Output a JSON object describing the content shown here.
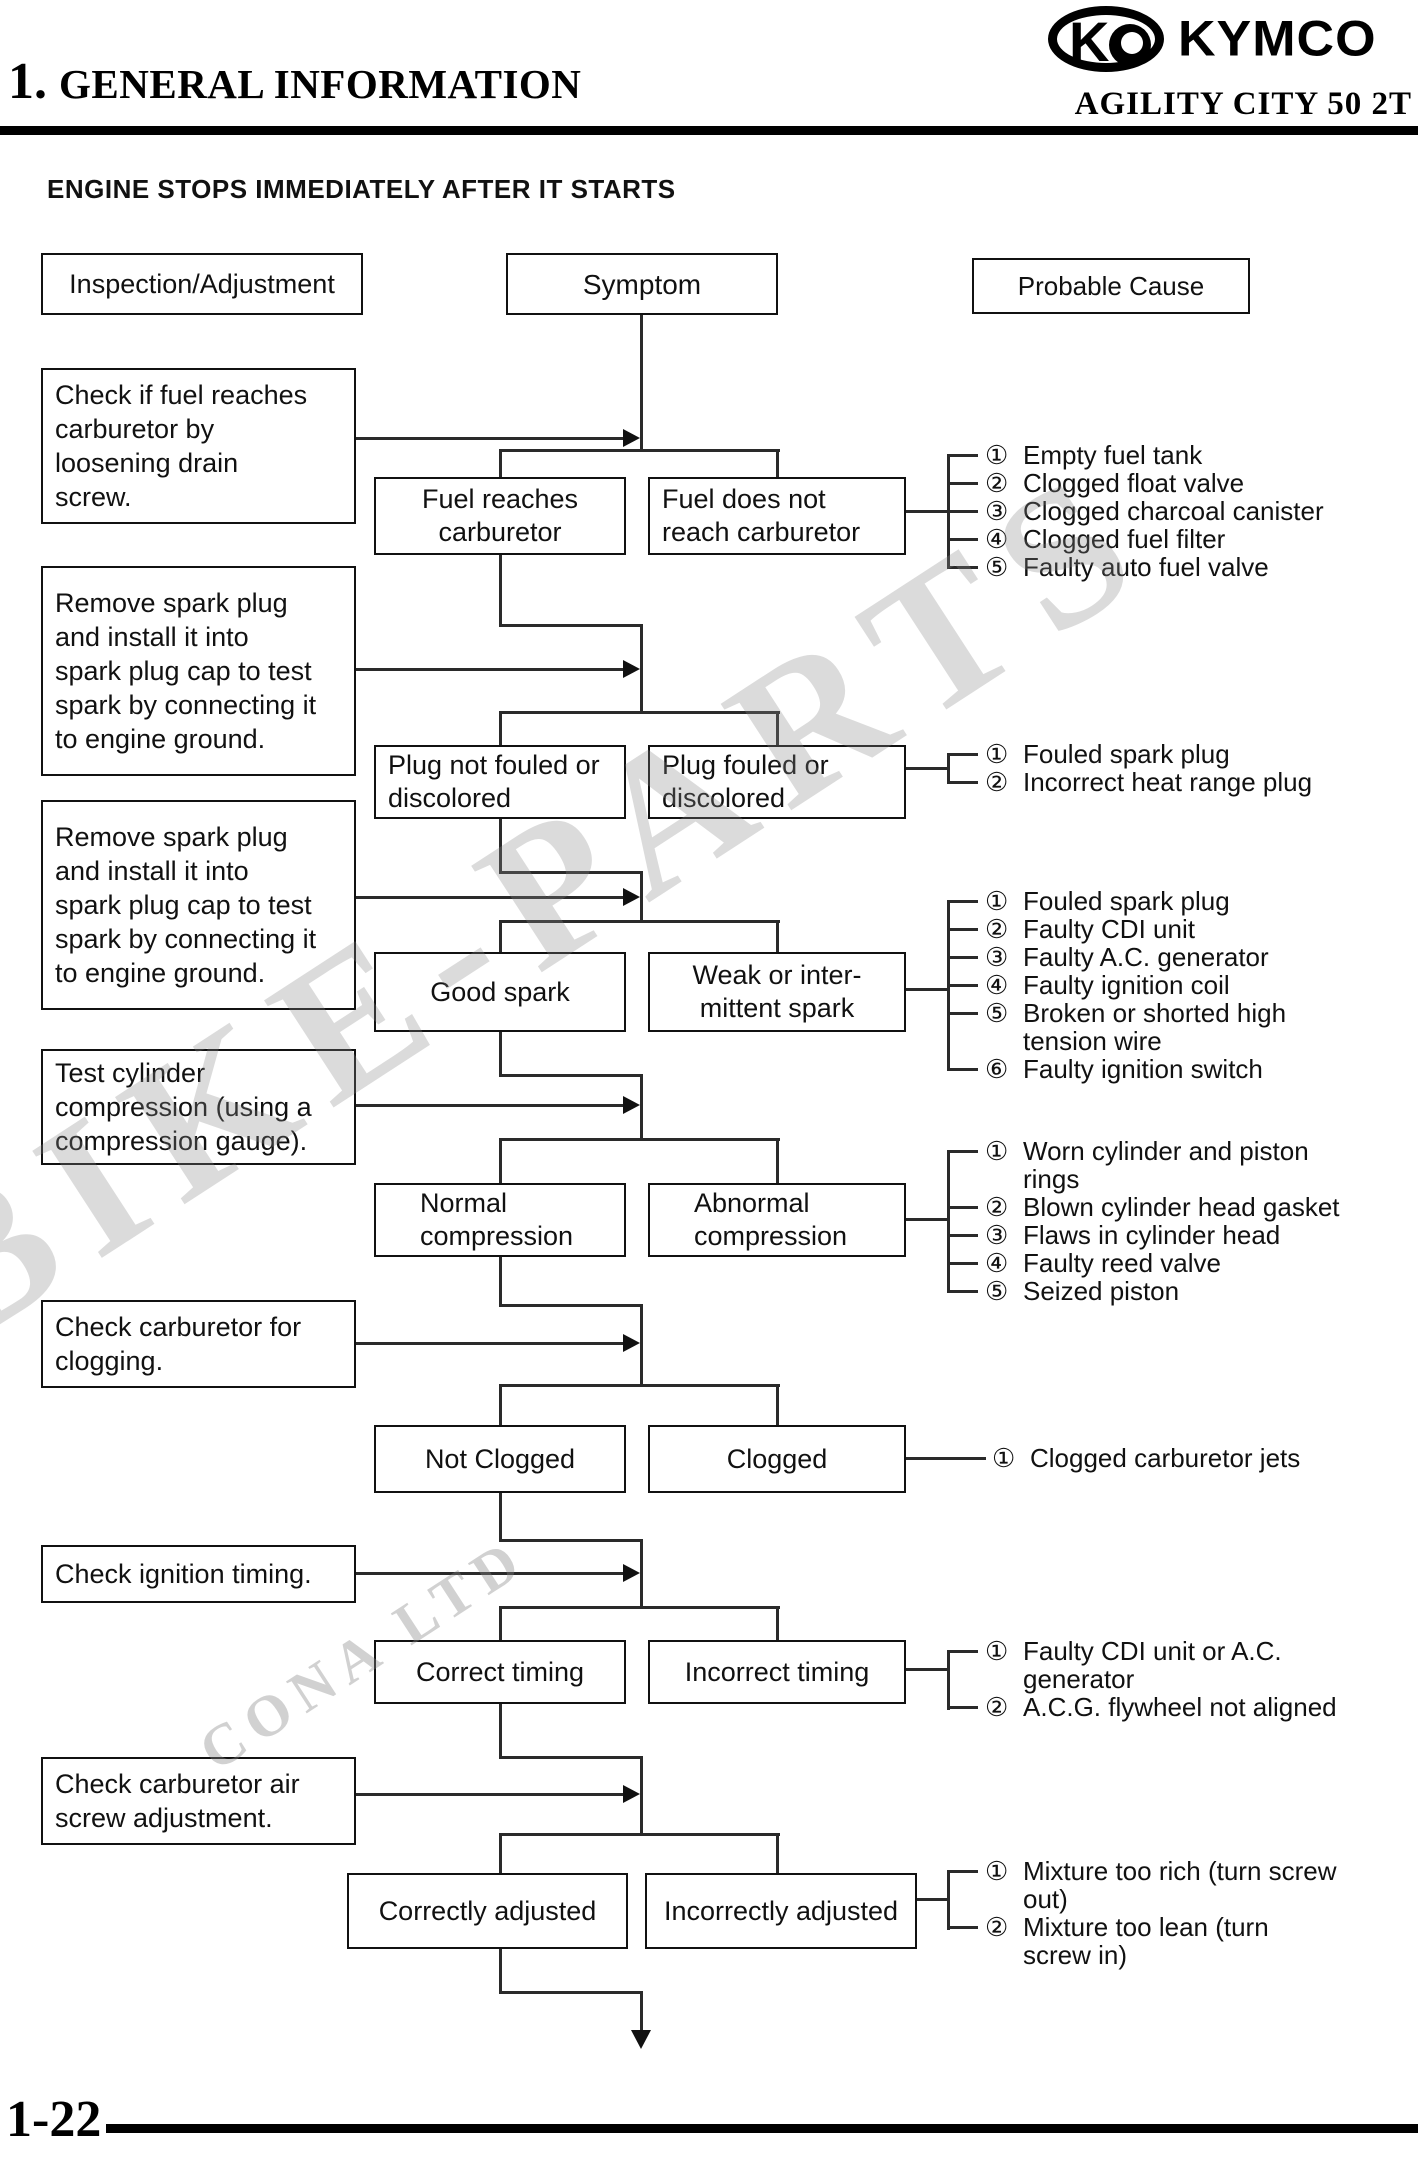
{
  "header": {
    "brand": "KYMCO",
    "chapter": "1.",
    "title": "GENERAL INFORMATION",
    "model": "AGILITY CITY 50 2T"
  },
  "section_title": "ENGINE STOPS IMMEDIATELY AFTER IT STARTS",
  "columns": {
    "inspection": "Inspection/Adjustment",
    "symptom": "Symptom",
    "cause": "Probable Cause"
  },
  "stages": [
    {
      "inspection": "Check if fuel reaches\ncarburetor by\nloosening drain\nscrew.",
      "pass": "Fuel reaches\ncarburetor",
      "fail": "Fuel does not\nreach carburetor",
      "causes": [
        {
          "num": "①",
          "text": "Empty fuel tank"
        },
        {
          "num": "②",
          "text": "Clogged float valve"
        },
        {
          "num": "③",
          "text": "Clogged charcoal canister"
        },
        {
          "num": "④",
          "text": "Clogged fuel filter"
        },
        {
          "num": "⑤",
          "text": "Faulty auto fuel valve"
        }
      ]
    },
    {
      "inspection": "Remove spark plug\nand install it into\nspark plug cap to test\nspark by connecting it\nto engine ground.",
      "pass": "Plug not fouled or\ndiscolored",
      "fail": "Plug fouled or\ndiscolored",
      "causes": [
        {
          "num": "①",
          "text": "Fouled spark plug"
        },
        {
          "num": "②",
          "text": "Incorrect heat range plug"
        }
      ]
    },
    {
      "inspection": "Remove spark plug\nand install it into\nspark plug cap to test\nspark by connecting it\nto engine ground.",
      "pass": "Good spark",
      "fail": "Weak or inter-\nmittent spark",
      "causes": [
        {
          "num": "①",
          "text": "Fouled spark plug"
        },
        {
          "num": "②",
          "text": "Faulty CDI unit"
        },
        {
          "num": "③",
          "text": "Faulty A.C. generator"
        },
        {
          "num": "④",
          "text": "Faulty ignition coil"
        },
        {
          "num": "⑤",
          "text": "Broken or shorted high\ntension wire"
        },
        {
          "num": "⑥",
          "text": "Faulty ignition switch"
        }
      ]
    },
    {
      "inspection": "Test cylinder\ncompression (using a\ncompression gauge).",
      "pass": "Normal\ncompression",
      "fail": "Abnormal\ncompression",
      "causes": [
        {
          "num": "①",
          "text": "Worn cylinder and piston\nrings"
        },
        {
          "num": "②",
          "text": "Blown cylinder head gasket"
        },
        {
          "num": "③",
          "text": "Flaws in cylinder head"
        },
        {
          "num": "④",
          "text": "Faulty reed valve"
        },
        {
          "num": "⑤",
          "text": "Seized piston"
        }
      ]
    },
    {
      "inspection": "Check carburetor for\nclogging.",
      "pass": "Not Clogged",
      "fail": "Clogged",
      "causes": [
        {
          "num": "①",
          "text": "Clogged carburetor jets"
        }
      ]
    },
    {
      "inspection": "Check ignition timing.",
      "pass": "Correct timing",
      "fail": "Incorrect timing",
      "causes": [
        {
          "num": "①",
          "text": "Faulty CDI unit or A.C.\ngenerator"
        },
        {
          "num": "②",
          "text": "A.C.G. flywheel not aligned"
        }
      ]
    },
    {
      "inspection": "Check carburetor air\nscrew adjustment.",
      "pass": "Correctly adjusted",
      "fail": "Incorrectly adjusted",
      "causes": [
        {
          "num": "①",
          "text": "Mixture too rich (turn screw\nout)"
        },
        {
          "num": "②",
          "text": "Mixture too lean (turn\nscrew in)"
        }
      ]
    }
  ],
  "watermark": {
    "line1": "BIKE-PARTS",
    "line2": "CONA LTD"
  },
  "footer": {
    "page_number": "1-22"
  }
}
